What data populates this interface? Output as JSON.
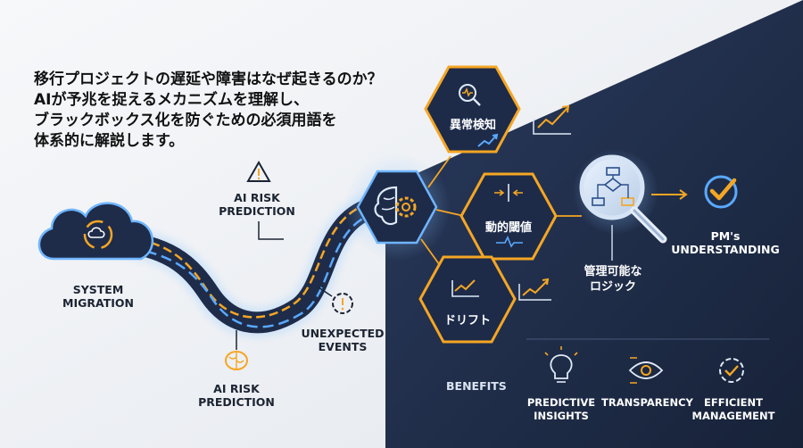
{
  "intro": {
    "line1": "移行プロジェクトの遅延や障害はなぜ起きるのか？",
    "line2": "AIが予兆を捉えるメカニズムを理解し、",
    "line3": "ブラックボックス化を防ぐための必須用語を",
    "line4": "体系的に解説します。"
  },
  "flow": {
    "system_migration": [
      "SYSTEM",
      "MIGRATION"
    ],
    "ai_risk_top": [
      "AI RISK",
      "PREDICTION"
    ],
    "ai_risk_bottom": [
      "AI RISK",
      "PREDICTION"
    ],
    "unexpected": [
      "UNEXPECTED",
      "EVENTS"
    ]
  },
  "hexes": {
    "anomaly": "異常検知",
    "dynamic": "動的閾値",
    "drift": "ドリフト"
  },
  "logic": [
    "管理可能な",
    "ロジック"
  ],
  "pm": [
    "PM's",
    "UNDERSTANDING"
  ],
  "benefits": {
    "title": "BENEFITS",
    "items": [
      {
        "label": [
          "PREDICTIVE",
          "INSIGHTS"
        ],
        "icon": "lightbulb-icon"
      },
      {
        "label": [
          "TRANSPARENCY"
        ],
        "icon": "eye-icon"
      },
      {
        "label": [
          "EFFICIENT",
          "MANAGEMENT"
        ],
        "icon": "gear-check-icon"
      }
    ]
  },
  "colors": {
    "navy": "#1d2b49",
    "orange": "#f5a623",
    "blue": "#5aa9ff"
  }
}
